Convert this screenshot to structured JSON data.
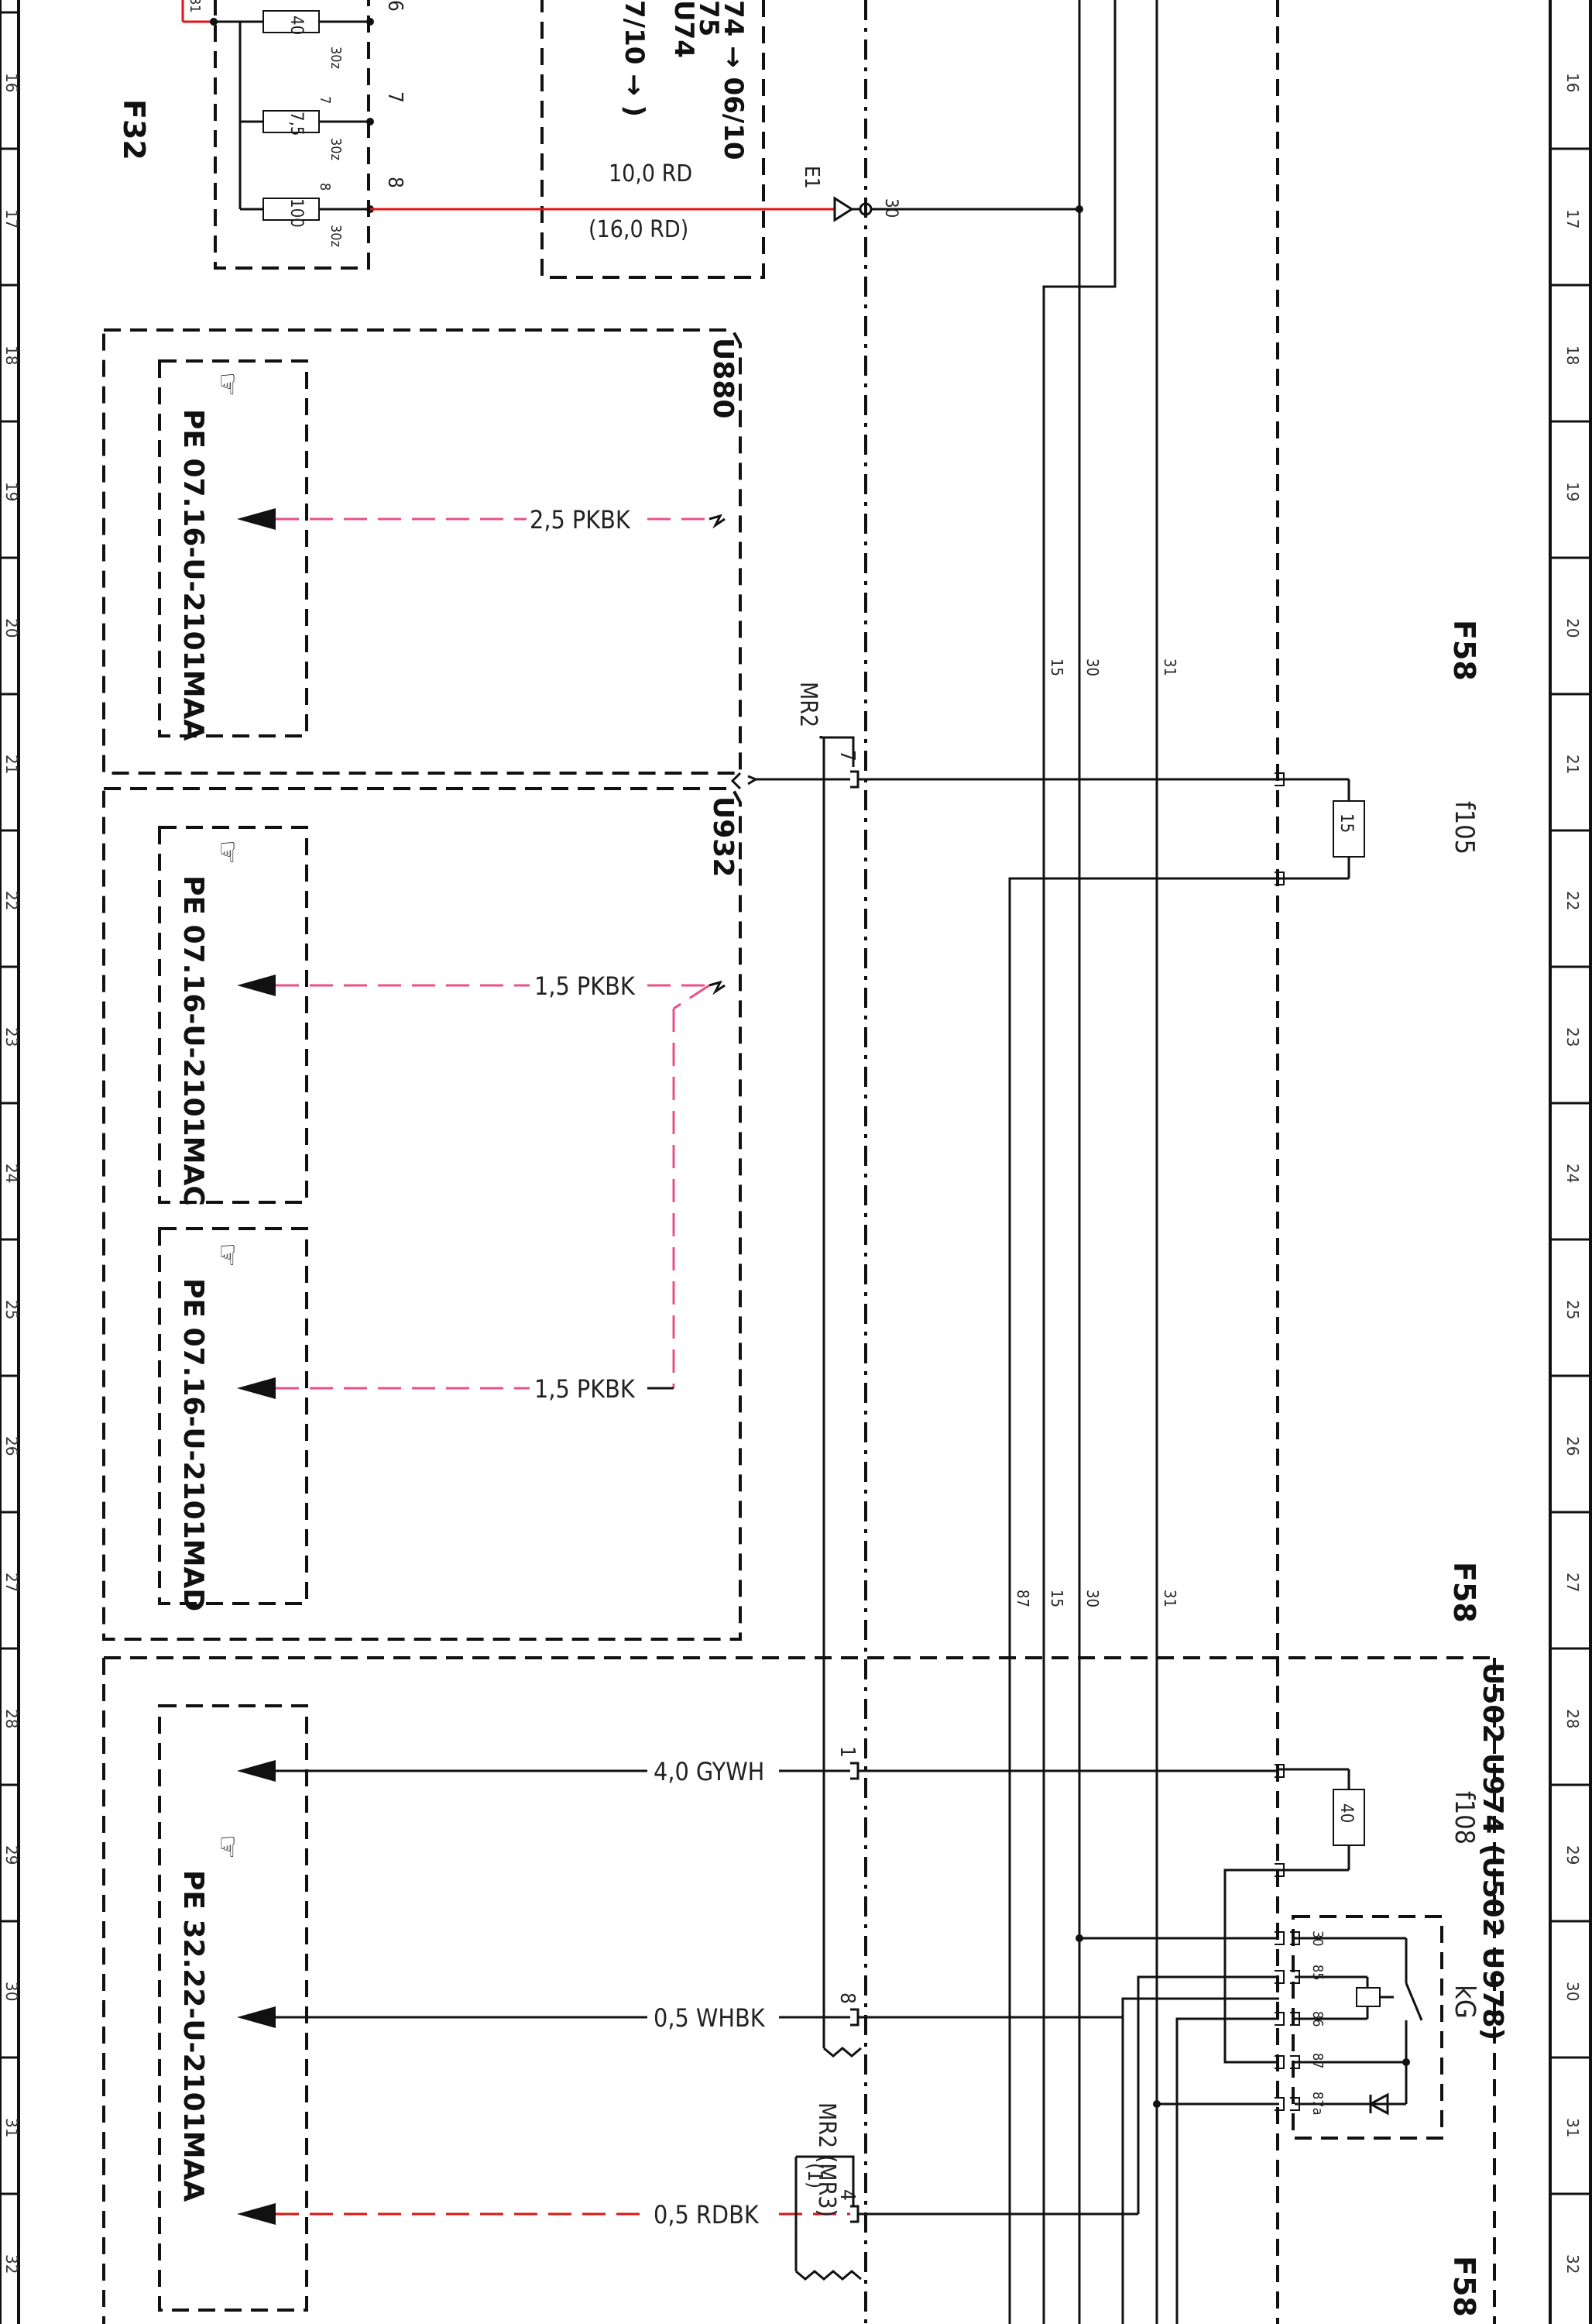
{
  "grid_rows": [
    "16",
    "17",
    "18",
    "19",
    "20",
    "21",
    "22",
    "23",
    "24",
    "25",
    "26",
    "27",
    "28",
    "29",
    "30",
    "31",
    "32"
  ],
  "component_labels": {
    "f32": "F32",
    "f58_a": "F58",
    "f58_b": "F58",
    "f58_c": "F58",
    "u880": "U880",
    "u932": "U932",
    "u502_stack": "U502 U974 (U502 U978)",
    "mr2_top": "MR2",
    "mr2_bottom": "MR2 (MR3)",
    "mr2_sub": "(1)",
    "e1": "E1",
    "f105": "f105",
    "f108": "f108",
    "kg": "kG"
  },
  "header_fragments": {
    "line1": "74 → 06/10",
    "line2": "75",
    "line3": "U74",
    "line4": "7/10 → )"
  },
  "fuses": {
    "f32_40": "40",
    "f32_7_5": "7,5",
    "f32_100": "100",
    "f105_15": "15",
    "f108_40": "40",
    "sub30z_1": "30z",
    "sub30z_2": "30z",
    "sub30z_3": "30z",
    "pin7": "7",
    "pin8": "8",
    "pin_top": "31"
  },
  "f32_terminals": {
    "t6": "6",
    "t7": "7",
    "t8": "8"
  },
  "wires": {
    "w_10_rd": "10,0 RD",
    "w_16_rd": "(16,0 RD)",
    "w_2_5_pkbk": "2,5 PKBK",
    "w_1_5_pkbk_a": "1,5 PKBK",
    "w_1_5_pkbk_b": "1,5 PKBK",
    "w_4_gywh": "4,0 GYWH",
    "w_0_5_whbk": "0,5 WHBK",
    "w_0_5_rdbk": "0,5 RDBK"
  },
  "bus_labels": {
    "b15_top": "15",
    "b30_top": "30",
    "b31_top": "31",
    "b87_bot": "87",
    "b15_bot": "15",
    "b30_bot": "30",
    "b31_bot": "31",
    "e1_30": "30"
  },
  "connector_pins": {
    "mr2_7": "7",
    "mr2_1": "1",
    "mr2_8": "8",
    "mr2_4": "4"
  },
  "relay_pins": [
    "30",
    "85",
    "86",
    "87",
    "87a"
  ],
  "references": {
    "ref1": "PE  07.16-U-2101MAA",
    "ref2": "PE  07.16-U-2101MAC",
    "ref3": "PE  07.16-U-2101MAD",
    "ref4": "PE  32.22-U-2101MAA"
  },
  "icons": [
    "pointing-hand-icon"
  ],
  "colors": {
    "wire_red": "#e01515",
    "wire_pink": "#e8508a",
    "ink": "#111111"
  }
}
